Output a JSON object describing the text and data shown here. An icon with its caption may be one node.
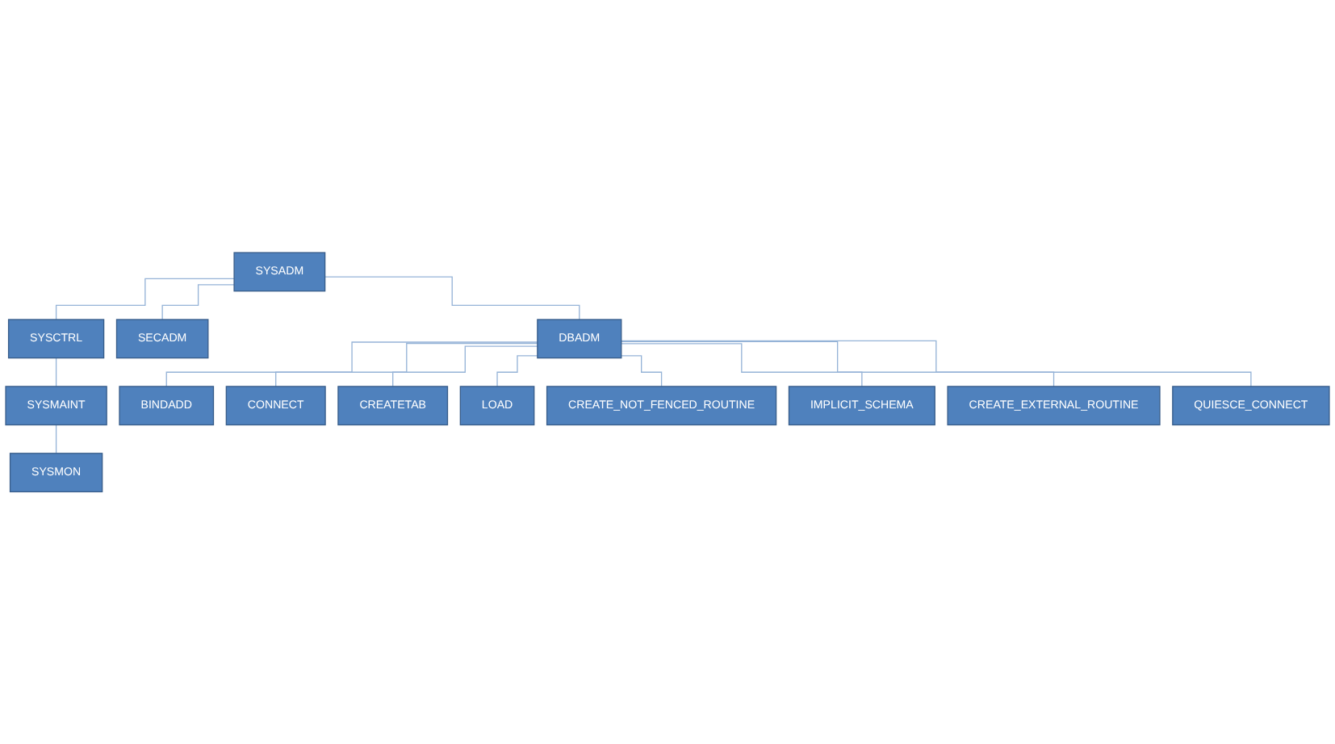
{
  "diagram": {
    "nodes": [
      {
        "text": [
          "SYSADM"
        ]
      },
      {
        "text": [
          "SYSCTRL"
        ]
      },
      {
        "text": [
          "SECADM"
        ]
      },
      {
        "text": [
          "DBADM"
        ]
      },
      {
        "text": [
          "SYSMAINT"
        ]
      },
      {
        "text": [
          "SYSMON"
        ]
      },
      {
        "text": [
          "BINDADD"
        ]
      },
      {
        "text": [
          "CONNECT"
        ]
      },
      {
        "text": [
          "CREATETAB"
        ]
      },
      {
        "text": [
          "LOAD"
        ]
      },
      {
        "text": [
          "CREATE_NOT_FENCED_ROUTINE"
        ]
      },
      {
        "text": [
          "IMPLICIT_SCHEMA"
        ]
      },
      {
        "text": [
          "CREATE_EXTERNAL_ROUTINE"
        ]
      },
      {
        "text": [
          "QUIESCE_CONNECT"
        ]
      }
    ],
    "edges": [
      {
        "from": 0,
        "to": 1,
        "arrow": "none"
      },
      {
        "from": 0,
        "to": 2,
        "arrow": "none"
      },
      {
        "from": 0,
        "to": 3,
        "arrow": "none"
      },
      {
        "from": 1,
        "to": 4,
        "arrow": "none"
      },
      {
        "from": 4,
        "to": 5,
        "arrow": "none"
      },
      {
        "from": 3,
        "to": 6,
        "arrow": "none"
      },
      {
        "from": 3,
        "to": 7,
        "arrow": "none"
      },
      {
        "from": 3,
        "to": 8,
        "arrow": "none"
      },
      {
        "from": 3,
        "to": 9,
        "arrow": "none"
      },
      {
        "from": 3,
        "to": 10,
        "arrow": "none"
      },
      {
        "from": 3,
        "to": 11,
        "arrow": "none"
      },
      {
        "from": 3,
        "to": 12,
        "arrow": "none"
      },
      {
        "from": 3,
        "to": 13,
        "arrow": "none"
      }
    ]
  }
}
